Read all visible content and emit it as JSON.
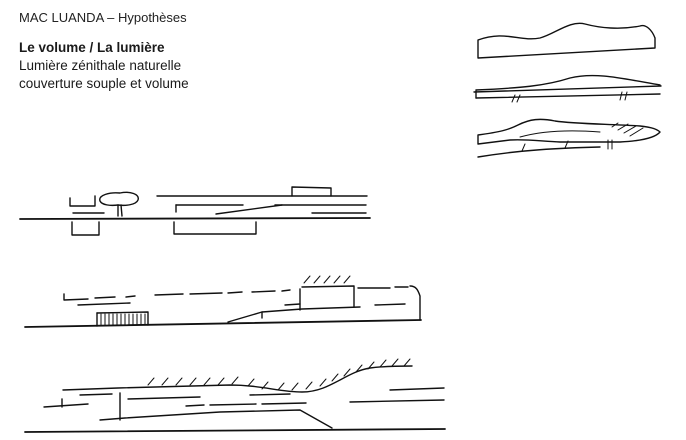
{
  "header": {
    "project": "MAC LUANDA – Hypothèses",
    "title": "Le volume / La lumière",
    "line1": "Lumière zénithale naturelle",
    "line2": "couverture souple et volume"
  },
  "colors": {
    "ink": "#111111",
    "paper": "#ffffff"
  }
}
